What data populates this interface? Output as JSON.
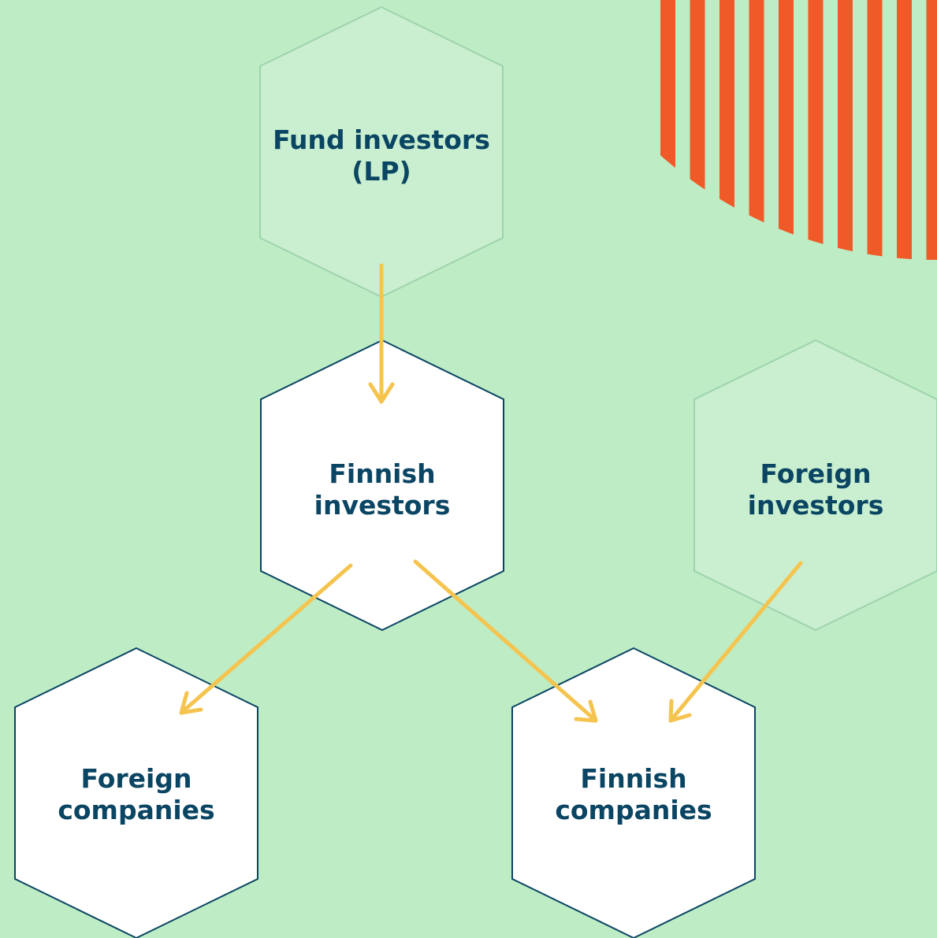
{
  "diagram": {
    "nodes": {
      "fund_investors": {
        "lines": [
          "Fund investors",
          "(LP)"
        ],
        "style": "faded"
      },
      "finnish_investors": {
        "lines": [
          "Finnish",
          "investors"
        ],
        "style": "solid"
      },
      "foreign_investors": {
        "lines": [
          "Foreign",
          "investors"
        ],
        "style": "faded"
      },
      "foreign_companies": {
        "lines": [
          "Foreign",
          "companies"
        ],
        "style": "solid"
      },
      "finnish_companies": {
        "lines": [
          "Finnish",
          "companies"
        ],
        "style": "solid"
      }
    },
    "edges": [
      {
        "from": "fund_investors",
        "to": "finnish_investors"
      },
      {
        "from": "finnish_investors",
        "to": "foreign_companies"
      },
      {
        "from": "finnish_investors",
        "to": "finnish_companies"
      },
      {
        "from": "foreign_investors",
        "to": "finnish_companies"
      }
    ]
  },
  "colors": {
    "background": "#bdecc5",
    "hex_solid_fill": "#ffffff",
    "hex_solid_stroke": "#0a4563",
    "hex_faded_fill": "#c9efd0",
    "hex_faded_stroke": "#9fd3ad",
    "text": "#0a4563",
    "arrow": "#f5c44f",
    "stripes": "#f05a28"
  }
}
